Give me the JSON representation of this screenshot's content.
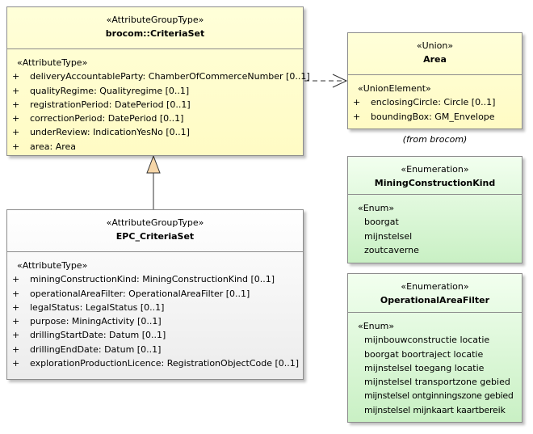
{
  "criteria_set": {
    "stereotype": "«AttributeGroupType»",
    "name": "brocom::CriteriaSet",
    "section_label": "«AttributeType»",
    "attributes": [
      {
        "vis": "+",
        "text": "deliveryAccountableParty: ChamberOfCommerceNumber [0..1]"
      },
      {
        "vis": "+",
        "text": "qualityRegime: Qualityregime [0..1]"
      },
      {
        "vis": "+",
        "text": "registrationPeriod: DatePeriod [0..1]"
      },
      {
        "vis": "+",
        "text": "correctionPeriod: DatePeriod [0..1]"
      },
      {
        "vis": "+",
        "text": "underReview: IndicationYesNo [0..1]"
      },
      {
        "vis": "+",
        "text": "area: Area"
      }
    ]
  },
  "area": {
    "stereotype": "«Union»",
    "name": "Area",
    "section_label": "«UnionElement»",
    "attributes": [
      {
        "vis": "+",
        "text": "enclosingCircle: Circle [0..1]"
      },
      {
        "vis": "+",
        "text": "boundingBox: GM_Envelope"
      }
    ],
    "note": "(from brocom)"
  },
  "epc_criteria_set": {
    "stereotype": "«AttributeGroupType»",
    "name": "EPC_CriteriaSet",
    "section_label": "«AttributeType»",
    "attributes": [
      {
        "vis": "+",
        "text": "miningConstructionKind: MiningConstructionKind [0..1]"
      },
      {
        "vis": "+",
        "text": "operationalAreaFilter: OperationalAreaFilter [0..1]"
      },
      {
        "vis": "+",
        "text": "legalStatus: LegalStatus [0..1]"
      },
      {
        "vis": "+",
        "text": "purpose: MiningActivity [0..1]"
      },
      {
        "vis": "+",
        "text": "drillingStartDate: Datum [0..1]"
      },
      {
        "vis": "+",
        "text": "drillingEndDate: Datum [0..1]"
      },
      {
        "vis": "+",
        "text": "explorationProductionLicence: RegistrationObjectCode [0..1]"
      }
    ]
  },
  "mining_construction_kind": {
    "stereotype": "«Enumeration»",
    "name": "MiningConstructionKind",
    "section_label": "«Enum»",
    "literals": [
      "boorgat",
      "mijnstelsel",
      "zoutcaverne"
    ]
  },
  "operational_area_filter": {
    "stereotype": "«Enumeration»",
    "name": "OperationalAreaFilter",
    "section_label": "«Enum»",
    "literals": [
      "mijnbouwconstructie locatie",
      "boorgat boortraject locatie",
      "mijnstelsel toegang locatie",
      "mijnstelsel transportzone gebied",
      "mijnstelsel ontginningszone gebied",
      "mijnstelsel mijnkaart kaartbereik"
    ]
  },
  "colors": {
    "yellow_fill": "#fffbc4",
    "green_fill": "#c9f0c4",
    "gray_fill": "#ececec",
    "border": "#8c8c8c",
    "generalization_arrow": "#f6d6a8"
  }
}
